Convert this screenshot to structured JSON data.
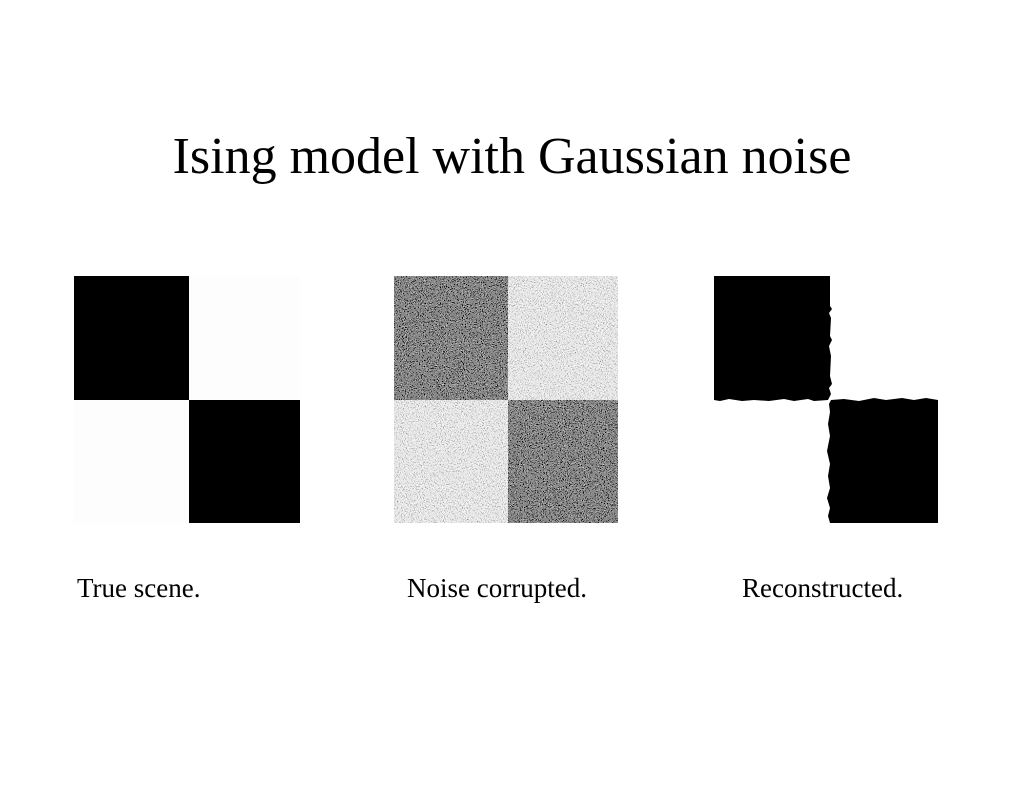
{
  "slide": {
    "title": "Ising model with Gaussian noise"
  },
  "panels": [
    {
      "id": "true",
      "caption": "True scene.",
      "kind": "clean checkerboard"
    },
    {
      "id": "noisy",
      "caption": "Noise corrupted.",
      "kind": "noisy checkerboard"
    },
    {
      "id": "recon",
      "caption": "Reconstructed.",
      "kind": "reconstructed checkerboard"
    }
  ],
  "colors": {
    "background": "#ffffff",
    "foreground": "#000000",
    "light_region": "#fdfdfd"
  }
}
